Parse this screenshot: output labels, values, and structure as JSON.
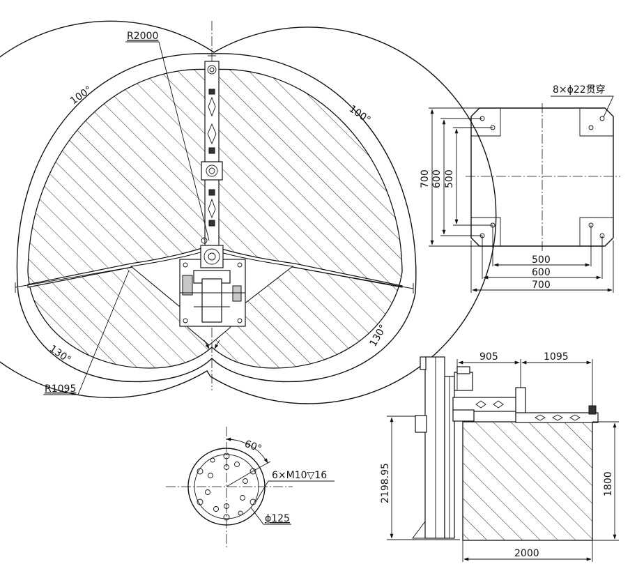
{
  "top_view": {
    "arm_radius_label": "R2000",
    "inner_radius_label": "R1095",
    "angle_upper_left": "100°",
    "angle_upper_right": "100°",
    "angle_lower_left": "130°",
    "angle_lower_right": "130°"
  },
  "base_plate": {
    "hole_note": "8×ϕ22贯穿",
    "vertical_dims": [
      "700",
      "600",
      "500"
    ],
    "horizontal_dims": [
      "500",
      "600",
      "700"
    ]
  },
  "flange": {
    "angle_label": "60°",
    "thread_note": "6×M10▽16",
    "diameter_label": "ϕ125"
  },
  "side_view": {
    "arm_segment_1": "905",
    "arm_segment_2": "1095",
    "height_total": "2198.95",
    "work_height": "1800",
    "work_width": "2000"
  }
}
